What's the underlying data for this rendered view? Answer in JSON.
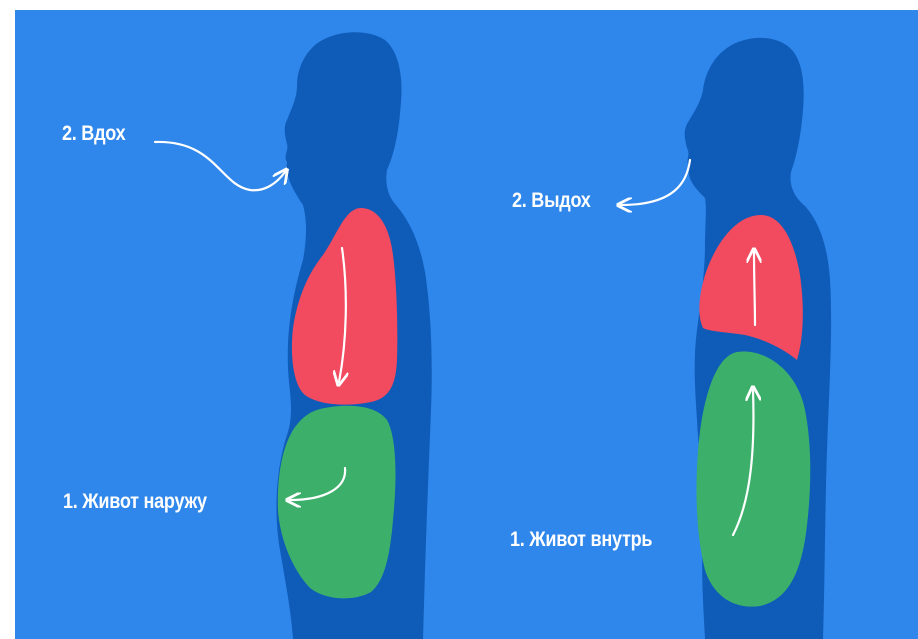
{
  "colors": {
    "background": "#2f86eb",
    "silhouette": "#0f5bb8",
    "lungs": "#f24a5e",
    "belly": "#3cb06a",
    "label": "#ffffff"
  },
  "left_figure": {
    "inhale_label": "2. Вдох",
    "belly_label": "1. Живот наружу"
  },
  "right_figure": {
    "exhale_label": "2. Выдох",
    "belly_label": "1. Живот внутрь"
  }
}
